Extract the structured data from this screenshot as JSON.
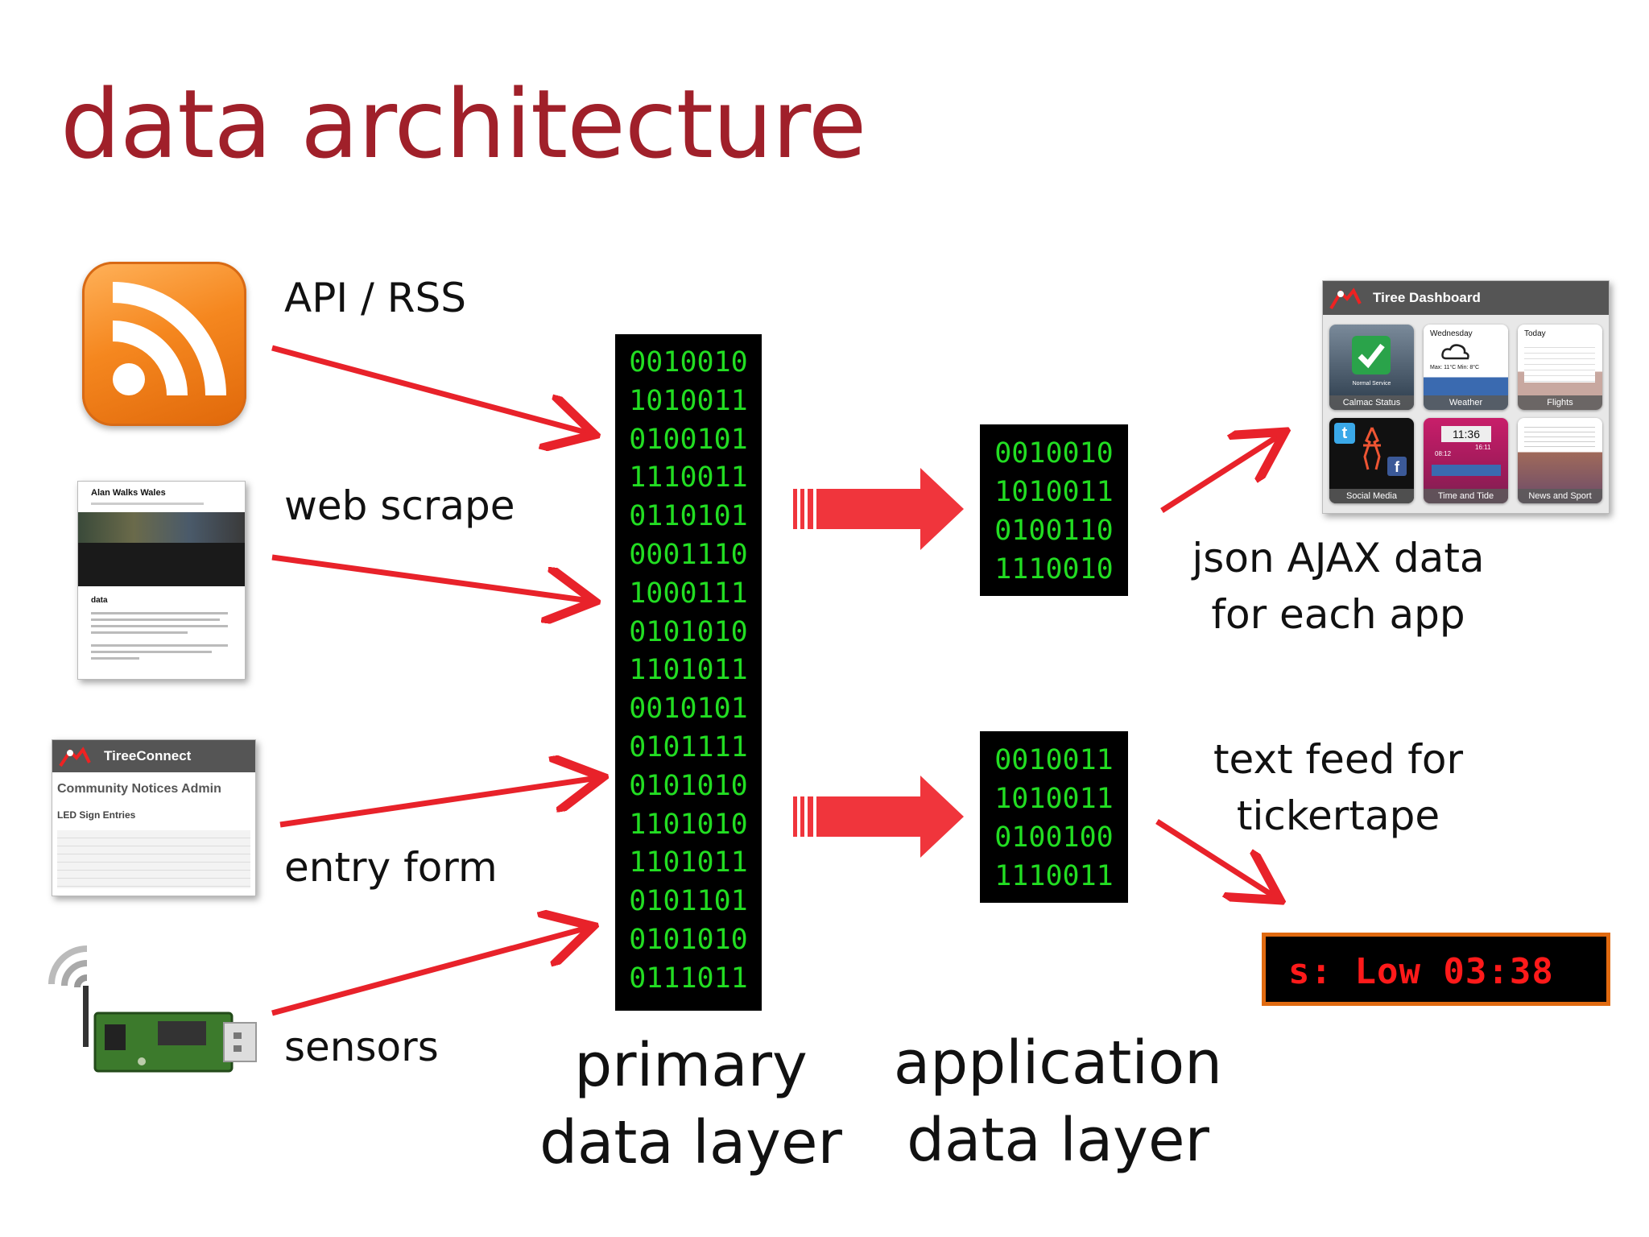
{
  "title": "data architecture",
  "sources": [
    {
      "label": "API / RSS",
      "icon": "rss-feed-icon"
    },
    {
      "label": "web scrape",
      "icon": "web-page-thumbnail"
    },
    {
      "label": "entry form",
      "icon": "entry-form-thumbnail"
    },
    {
      "label": "sensors",
      "icon": "usb-sensor-icon"
    }
  ],
  "primary_layer": {
    "binary": [
      "0010010",
      "1010011",
      "0100101",
      "1110011",
      "0110101",
      "0001110",
      "1000111",
      "0101010",
      "1101011",
      "0010101",
      "0101111",
      "0101010",
      "1101010",
      "1101011",
      "0101101",
      "0101010",
      "0111011"
    ],
    "label_line1": "primary",
    "label_line2": "data layer"
  },
  "application_layer": {
    "block1": [
      "0010010",
      "1010011",
      "0100110",
      "1110010"
    ],
    "block2": [
      "0010011",
      "1010011",
      "0100100",
      "1110011"
    ],
    "label_line1": "application",
    "label_line2": "data layer"
  },
  "outputs": {
    "json_line1": "json AJAX data",
    "json_line2": "for each app",
    "text_line1": "text feed for",
    "text_line2": "tickertape"
  },
  "web_scrape_thumb": {
    "heading": "Alan Walks Wales",
    "section": "data"
  },
  "tree_connect": {
    "app_name": "TireeConnect",
    "heading": "Community Notices Admin",
    "subheading": "LED Sign Entries"
  },
  "dashboard": {
    "title": "Tiree Dashboard",
    "tiles": [
      {
        "caption": "Calmac Status",
        "note": "Normal Service"
      },
      {
        "caption": "Weather",
        "day": "Wednesday",
        "temp": "Max: 11°C Min: 8°C"
      },
      {
        "caption": "Flights",
        "day": "Today"
      },
      {
        "caption": "Social Media"
      },
      {
        "caption": "Time and Tide",
        "time": "11:36",
        "t1": "08:12",
        "t2": "16:11"
      },
      {
        "caption": "News and Sport"
      }
    ]
  },
  "ticker": {
    "text": "s: Low 03:38"
  },
  "colors": {
    "title": "#a0202a",
    "arrow": "#e8222a",
    "binary_text": "#22dd22",
    "ticker_text": "#ff1a1a",
    "ticker_border": "#e06a10"
  }
}
